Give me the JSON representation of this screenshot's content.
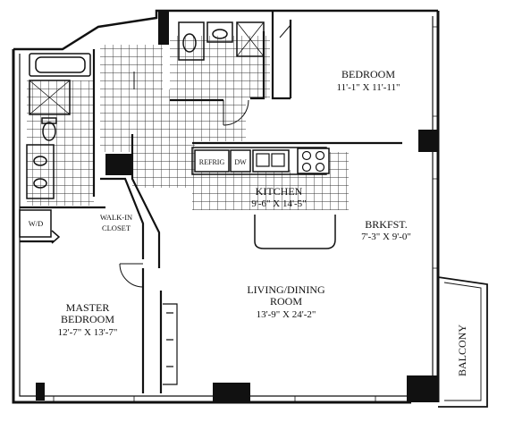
{
  "rooms": {
    "bedroom": {
      "name": "BEDROOM",
      "dims": "11'-1\" X 11'-11\""
    },
    "kitchen": {
      "name": "KITCHEN",
      "dims": "9'-6\" X 14'-5\""
    },
    "breakfast": {
      "name": "BRKFST.",
      "dims": "7'-3\" X 9'-0\""
    },
    "living": {
      "name_line1": "LIVING/DINING",
      "name_line2": "ROOM",
      "dims": "13'-9\" X 24'-2\""
    },
    "master": {
      "name_line1": "MASTER",
      "name_line2": "BEDROOM",
      "dims": "12'-7\" X 13'-7\""
    },
    "closet": {
      "name_line1": "WALK-IN",
      "name_line2": "CLOSET"
    },
    "balcony": {
      "name": "BALCONY"
    }
  },
  "appliances": {
    "refrigerator": "REFRIG",
    "dishwasher": "DW",
    "washer_dryer": "W/D"
  },
  "colors": {
    "wall": "#111111",
    "tile": "#333333",
    "background": "#ffffff"
  }
}
